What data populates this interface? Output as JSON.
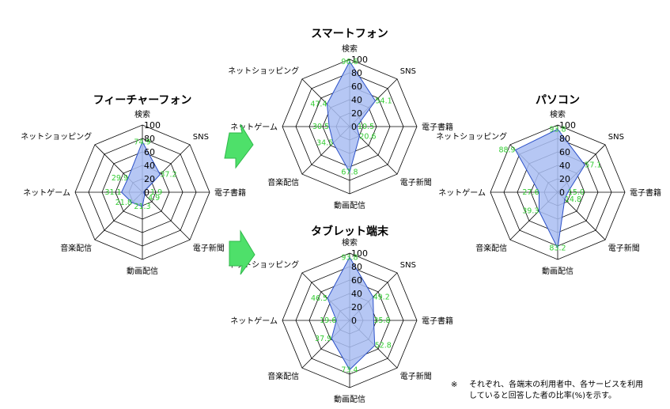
{
  "chart_data": [
    {
      "type": "radar",
      "title": "フィーチャーフォン",
      "categories": [
        "検索",
        "SNS",
        "電子書籍",
        "電子新聞",
        "動画配信",
        "音楽配信",
        "ネットゲーム",
        "ネットショッピング"
      ],
      "values": [
        74.9,
        37.2,
        1.9,
        4.9,
        21.3,
        21.8,
        31.1,
        29.9
      ],
      "ticks": [
        "100",
        "80",
        "60",
        "40",
        "20",
        "0"
      ],
      "ylim": [
        0,
        100
      ],
      "value_labels": [
        "74.9",
        "37.2",
        "1.9",
        "4.9",
        "21.3",
        "21.8",
        "31.1",
        "29.9"
      ]
    },
    {
      "type": "radar",
      "title": "スマートフォン",
      "categories": [
        "検索",
        "SNS",
        "電子書籍",
        "電子新聞",
        "動画配信",
        "音楽配信",
        "ネットゲーム",
        "ネットショッピング"
      ],
      "values": [
        96.6,
        54.1,
        10.5,
        20.6,
        67.8,
        34.5,
        30.5,
        47.4
      ],
      "ticks": [
        "100",
        "80",
        "60",
        "40",
        "20",
        "0"
      ],
      "ylim": [
        0,
        100
      ],
      "value_labels": [
        "96.6",
        "54.1",
        "10.5",
        "20.6",
        "67.8",
        "34.5",
        "30.5",
        "47.4"
      ]
    },
    {
      "type": "radar",
      "title": "パソコン",
      "categories": [
        "検索",
        "SNS",
        "電子書籍",
        "電子新聞",
        "動画配信",
        "音楽配信",
        "ネットゲーム",
        "ネットショッピング"
      ],
      "values": [
        93.8,
        57.1,
        15.0,
        14.8,
        83.2,
        39.3,
        27.6,
        88.9
      ],
      "ticks": [
        "100",
        "80",
        "60",
        "40",
        "20",
        "0"
      ],
      "ylim": [
        0,
        100
      ],
      "value_labels": [
        "93.8",
        "57.1",
        "15.0",
        "14.8",
        "83.2",
        "39.3",
        "27.6",
        "88.9"
      ]
    },
    {
      "type": "radar",
      "title": "タブレット端末",
      "categories": [
        "検索",
        "SNS",
        "電子書籍",
        "電子新聞",
        "動画配信",
        "音楽配信",
        "ネットゲーム",
        "ネットショッピング"
      ],
      "values": [
        93.8,
        49.2,
        35.8,
        52.8,
        73.4,
        37.9,
        19.6,
        46.5
      ],
      "ticks": [
        "100",
        "80",
        "60",
        "40",
        "20",
        "0"
      ],
      "ylim": [
        0,
        100
      ],
      "value_labels": [
        "93.8",
        "49.2",
        "35.8",
        "52.8",
        "73.4",
        "37.9",
        "19.6",
        "46.5"
      ]
    }
  ],
  "note": {
    "mark": "※",
    "line1": "それぞれ、各端末の利用者中、各サービスを利用",
    "line2": "していると回答した者の比率(%)を示す。"
  },
  "colors": {
    "fill": "#a9bdf2",
    "stroke": "#2b50c8",
    "value_label": "#33cc33",
    "arrow": "#4ee06a"
  }
}
